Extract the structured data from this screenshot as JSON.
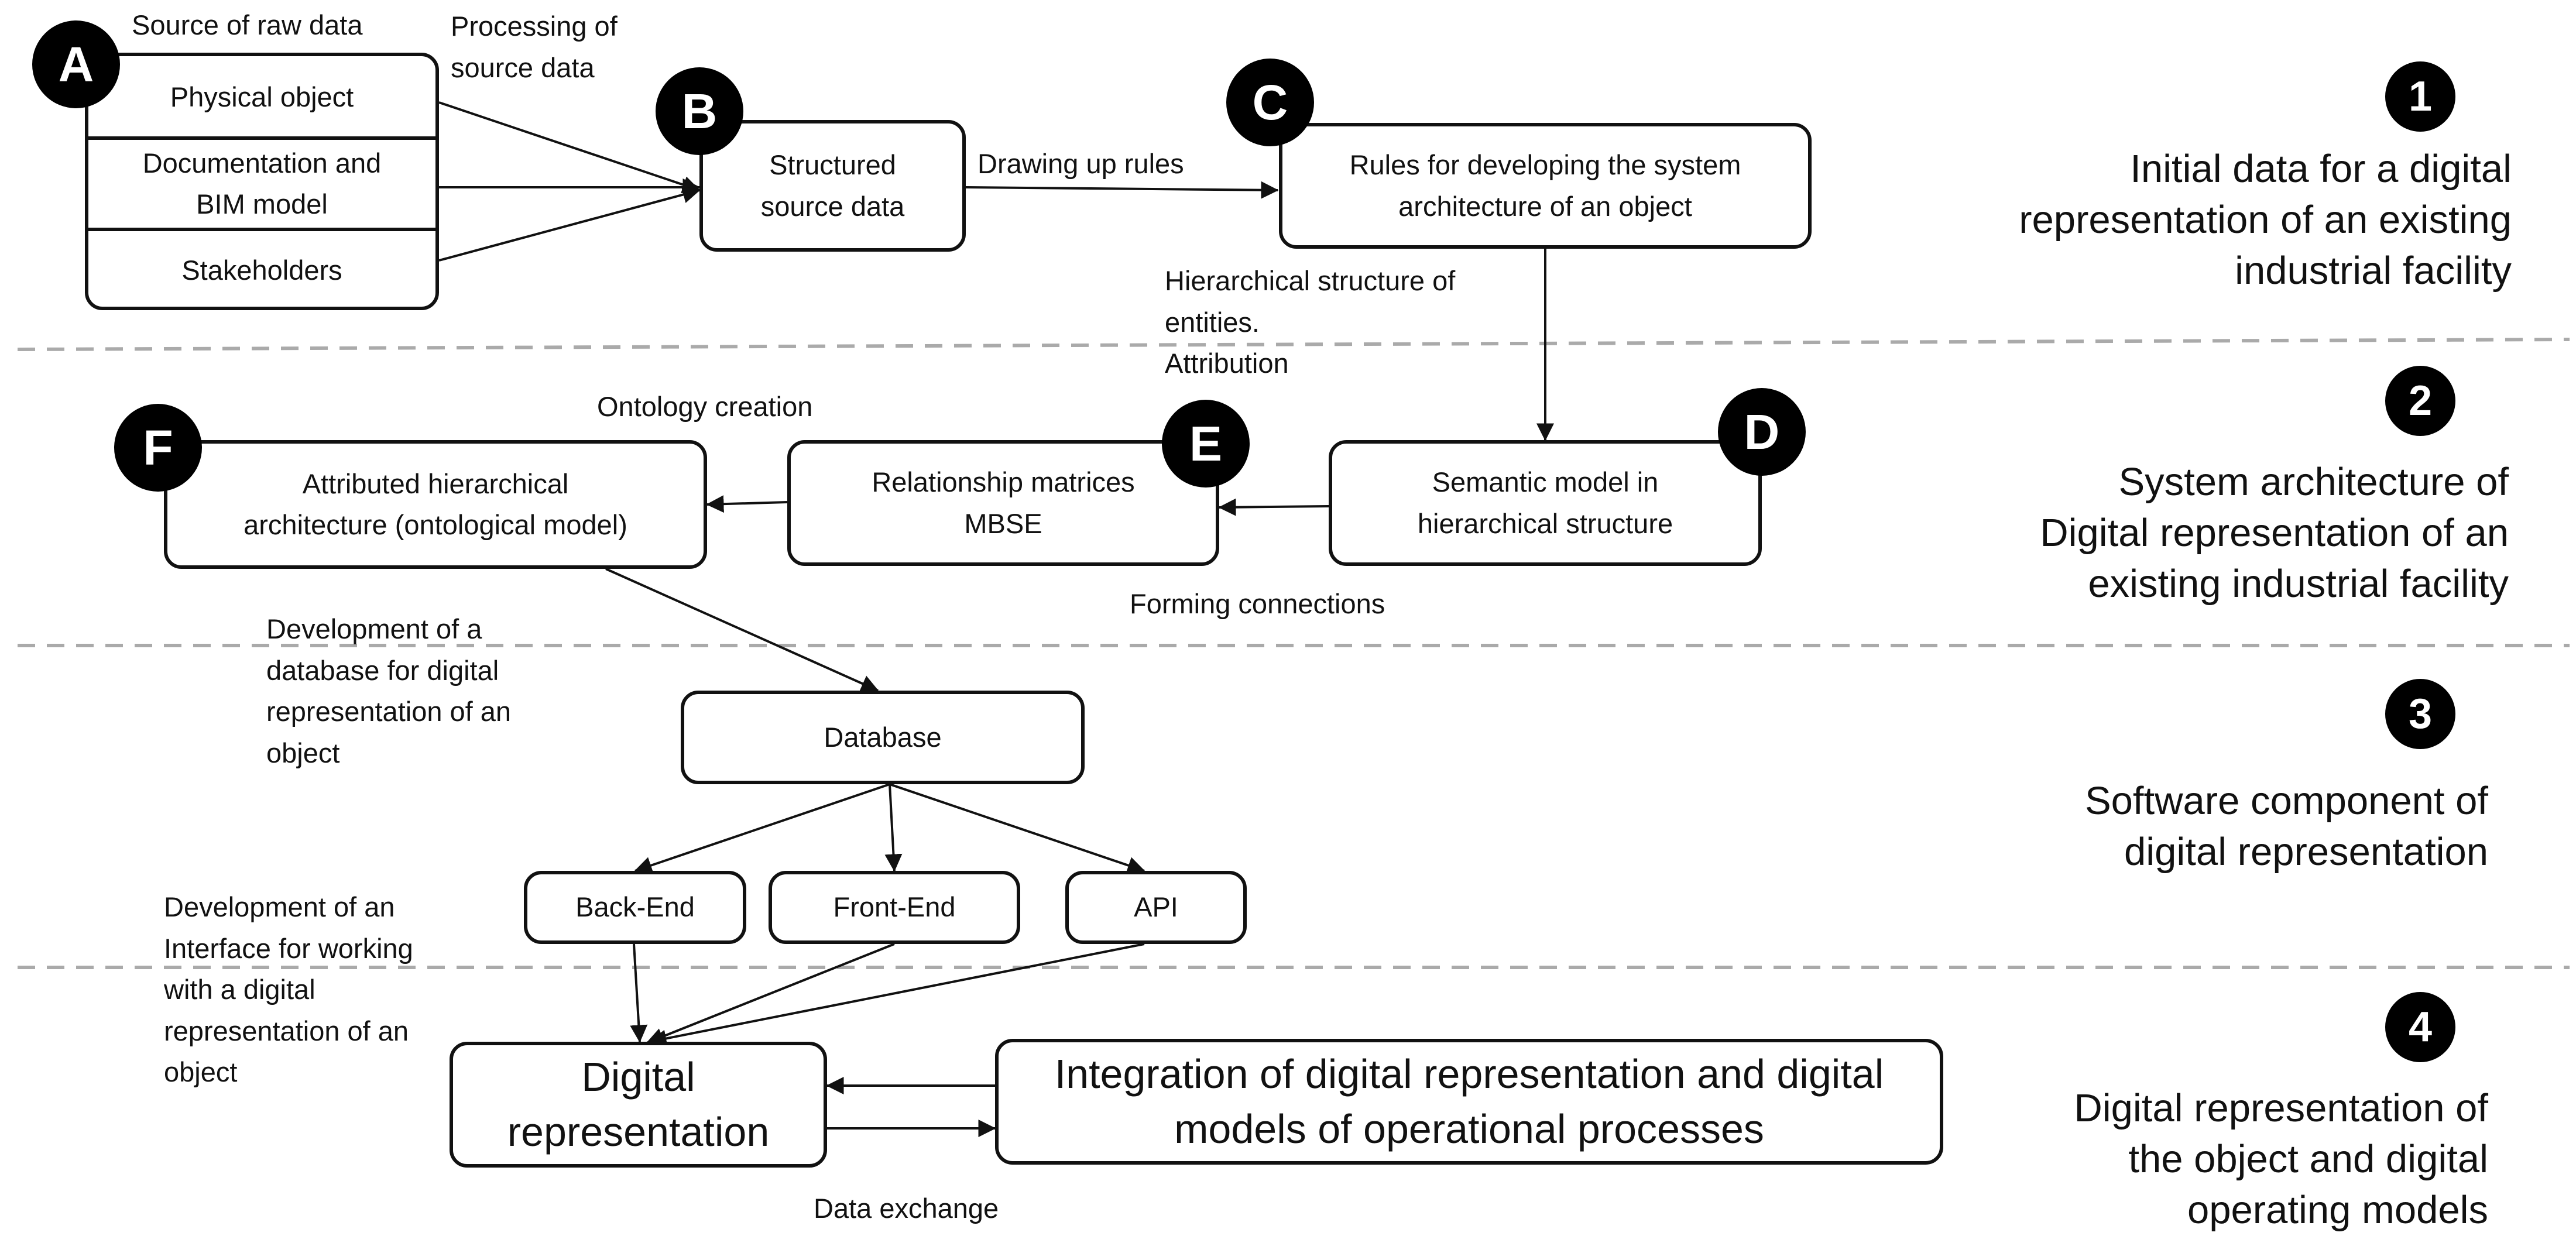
{
  "source": {
    "header": "Source of raw data",
    "items": [
      "Physical object",
      "Documentation and\nBIM model",
      "Stakeholders"
    ]
  },
  "nodes": {
    "structured": "Structured\nsource data",
    "rules": "Rules for developing the system\narchitecture of an object",
    "semantic": "Semantic model in\nhierarchical structure",
    "matrices": "Relationship matrices\nMBSE",
    "attributed": "Attributed hierarchical\narchitecture (ontological model)",
    "database": "Database",
    "backend": "Back-End",
    "frontend": "Front-End",
    "api": "API",
    "digital": "Digital\nrepresentation",
    "integration": "Integration of digital representation and digital\nmodels of operational processes"
  },
  "badges": [
    "A",
    "B",
    "C",
    "D",
    "E",
    "F"
  ],
  "edge_labels": {
    "processing": "Processing of\nsource data",
    "drawing": "Drawing up rules",
    "hierarchical": "Hierarchical structure of\nentities.\nAttribution",
    "ontology": "Ontology creation",
    "forming": "Forming connections",
    "database_dev": "Development of a\ndatabase for digital\nrepresentation of an\nobject",
    "interface_dev": "Development of an\nInterface for working\nwith a digital\nrepresentation of an\nobject",
    "exchange": "Data exchange"
  },
  "stages": [
    {
      "number": "1",
      "title": "Initial data for a digital\nrepresentation of an existing\nindustrial facility"
    },
    {
      "number": "2",
      "title": "System architecture of\nDigital representation of an\nexisting industrial facility"
    },
    {
      "number": "3",
      "title": "Software component of\ndigital representation"
    },
    {
      "number": "4",
      "title": "Digital representation of\nthe object and digital\noperating models"
    }
  ]
}
